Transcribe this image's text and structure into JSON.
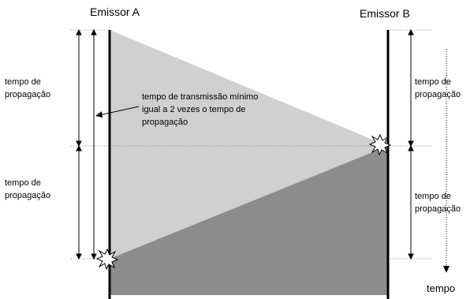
{
  "emitters": {
    "a": "Emissor A",
    "b": "Emissor B"
  },
  "left_labels": {
    "upper": [
      "tempo de",
      "propagação"
    ],
    "lower": [
      "tempo de",
      "propagação"
    ]
  },
  "right_labels": {
    "upper": [
      "tempo de",
      "propagação"
    ],
    "lower": [
      "tempo de",
      "propagação"
    ]
  },
  "annotation": [
    "tempo de transmissão mínimo",
    "igual a 2 vezes o tempo de",
    "propagação"
  ],
  "time_axis_label": "tempo",
  "colors": {
    "light_region": "#d0d0d0",
    "dark_region": "#8c8c8c",
    "line": "#000000",
    "dotted": "#888888"
  },
  "icons": {
    "collision": "starburst-icon"
  }
}
